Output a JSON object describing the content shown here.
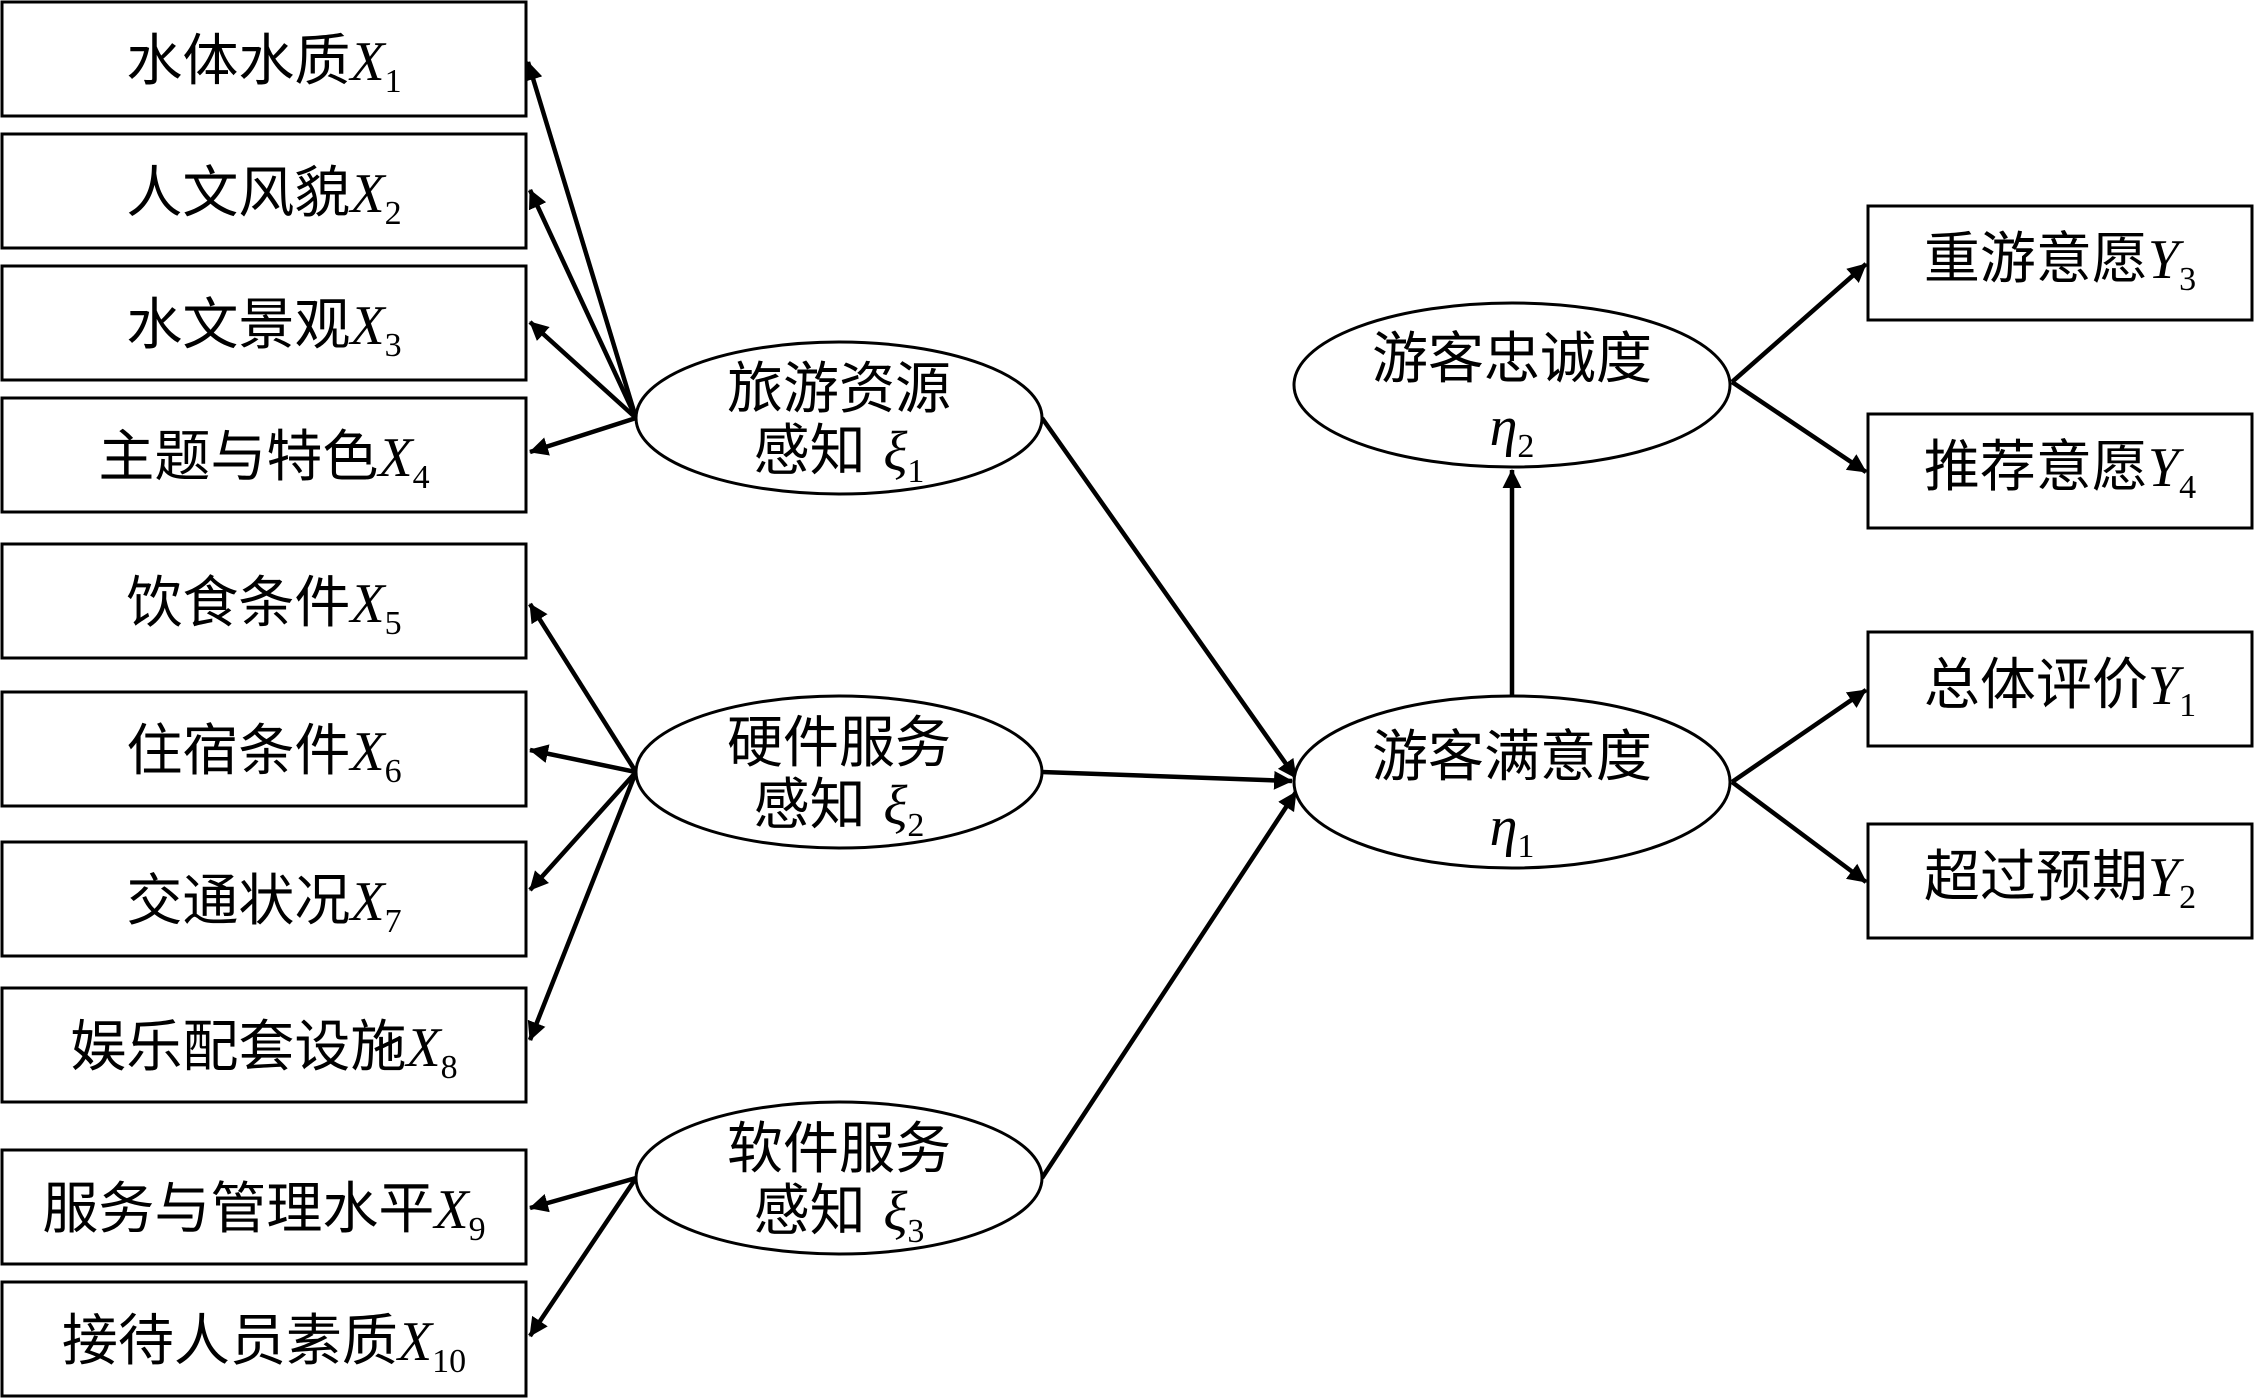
{
  "indicators": {
    "x1": {
      "text": "水体水质",
      "var": "X",
      "sub": "1"
    },
    "x2": {
      "text": "人文风貌",
      "var": "X",
      "sub": "2"
    },
    "x3": {
      "text": "水文景观",
      "var": "X",
      "sub": "3"
    },
    "x4": {
      "text": "主题与特色",
      "var": "X",
      "sub": "4"
    },
    "x5": {
      "text": "饮食条件",
      "var": "X",
      "sub": "5"
    },
    "x6": {
      "text": "住宿条件",
      "var": "X",
      "sub": "6"
    },
    "x7": {
      "text": "交通状况",
      "var": "X",
      "sub": "7"
    },
    "x8": {
      "text": "娱乐配套设施",
      "var": "X",
      "sub": "8"
    },
    "x9": {
      "text": "服务与管理水平",
      "var": "X",
      "sub": "9"
    },
    "x10": {
      "text": "接待人员素质",
      "var": "X",
      "sub": "10"
    },
    "y1": {
      "text": "总体评价",
      "var": "Y",
      "sub": "1"
    },
    "y2": {
      "text": "超过预期",
      "var": "Y",
      "sub": "2"
    },
    "y3": {
      "text": "重游意愿",
      "var": "Y",
      "sub": "3"
    },
    "y4": {
      "text": "推荐意愿",
      "var": "Y",
      "sub": "4"
    }
  },
  "latents": {
    "xi1": {
      "line1": "旅游资源",
      "line2": "感知",
      "sym": "ξ",
      "sub": "1"
    },
    "xi2": {
      "line1": "硬件服务",
      "line2": "感知",
      "sym": "ξ",
      "sub": "2"
    },
    "xi3": {
      "line1": "软件服务",
      "line2": "感知",
      "sym": "ξ",
      "sub": "3"
    },
    "eta1": {
      "line1": "游客满意度",
      "sym": "η",
      "sub": "1"
    },
    "eta2": {
      "line1": "游客忠诚度",
      "sym": "η",
      "sub": "2"
    }
  }
}
